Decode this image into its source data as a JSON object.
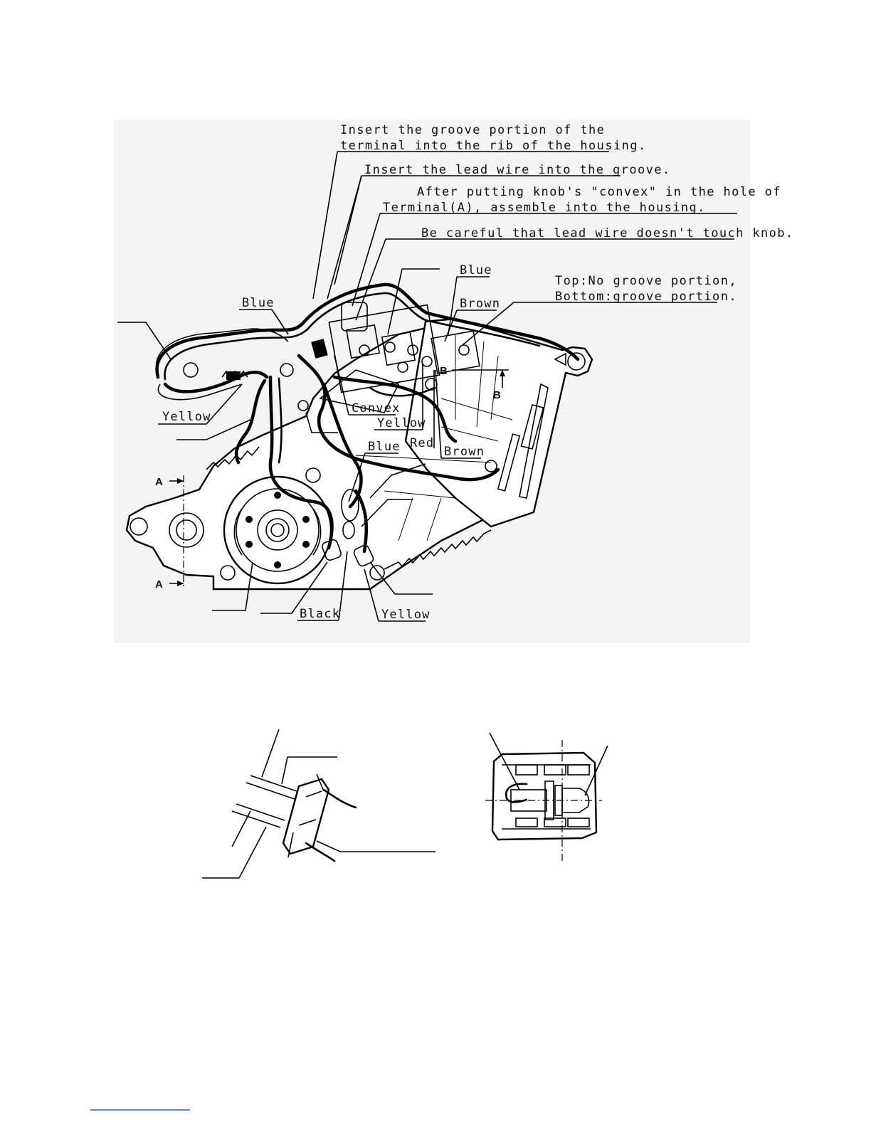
{
  "notes": {
    "groove_line1": "Insert the groove portion of the",
    "groove_line2": "terminal into the rib of the  housing.",
    "lead_groove": "Insert the lead wire into the groove.",
    "knob_line1": "After putting knob's \"convex\" in the hole of",
    "knob_line2": "Terminal(A), assemble into the housing.",
    "careful": "Be careful that lead wire doesn't touch knob.",
    "top_bottom_line1": "Top:No groove portion,",
    "top_bottom_line2": "Bottom:groove portion."
  },
  "wire_labels": {
    "blue_left": "Blue",
    "blue_top": "Blue",
    "brown_top": "Brown",
    "yellow_left": "Yellow",
    "convex": "Convex",
    "yellow_center": "Yellow",
    "red": "Red",
    "brown_center": "Brown",
    "blue_center": "Blue",
    "black": "Black",
    "yellow_bottom": "Yellow"
  },
  "section_marks": {
    "a_top": "A",
    "a_bottom": "A",
    "b_upper": "B",
    "b_lower": "B"
  },
  "colors": {
    "line": "#000000",
    "background": "#f4f4f4",
    "page": "#ffffff",
    "footer_rule": "#3050c0"
  }
}
